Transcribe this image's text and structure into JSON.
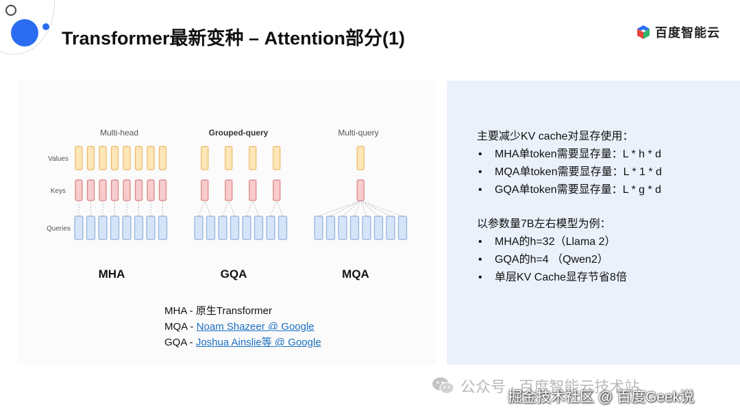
{
  "slide": {
    "title": "Transformer最新变种 – Attention部分(1)"
  },
  "logo": {
    "text": "百度智能云",
    "colors": [
      "#e8433a",
      "#2b6cf0",
      "#2fb56a",
      "#f5a623"
    ]
  },
  "figure": {
    "headers": {
      "mha": "Multi-head",
      "gqa": "Grouped-query",
      "mqa": "Multi-query"
    },
    "row_labels": {
      "values": "Values",
      "keys": "Keys",
      "queries": "Queries"
    },
    "variant_labels": {
      "mha": "MHA",
      "gqa": "GQA",
      "mqa": "MQA"
    },
    "head_counts": {
      "queries": 8,
      "mha_kv": 8,
      "gqa_kv": 4,
      "mqa_kv": 1
    },
    "colors": {
      "values_fill": "#fde6b8",
      "values_stroke": "#e9b764",
      "keys_fill": "#f8cccc",
      "keys_stroke": "#d98080",
      "queries_fill": "#d6e4f8",
      "queries_stroke": "#8fb0dd"
    }
  },
  "references": [
    {
      "prefix": "MHA - ",
      "text": "原生Transformer",
      "link": false
    },
    {
      "prefix": "MQA - ",
      "text": "Noam Shazeer @ Google",
      "link": true
    },
    {
      "prefix": "GQA - ",
      "text": "Joshua Ainslie等 @ Google",
      "link": true
    }
  ],
  "info": {
    "block1_title": "主要减少KV cache对显存使用：",
    "block1_items": [
      "MHA单token需要显存量：L * h * d",
      "MQA单token需要显存量：L * 1 * d",
      "GQA单token需要显存量：L * g * d"
    ],
    "block2_title": "以参数量7B左右模型为例：",
    "block2_items": [
      "MHA的h=32（Llama 2）",
      "GQA的h=4 （Qwen2）",
      "单层KV Cache显存节省8倍"
    ]
  },
  "watermark": {
    "line1": "公众号 · 百度智能云技术站",
    "line2": "掘金技术社区 @ 百度Geek说"
  }
}
